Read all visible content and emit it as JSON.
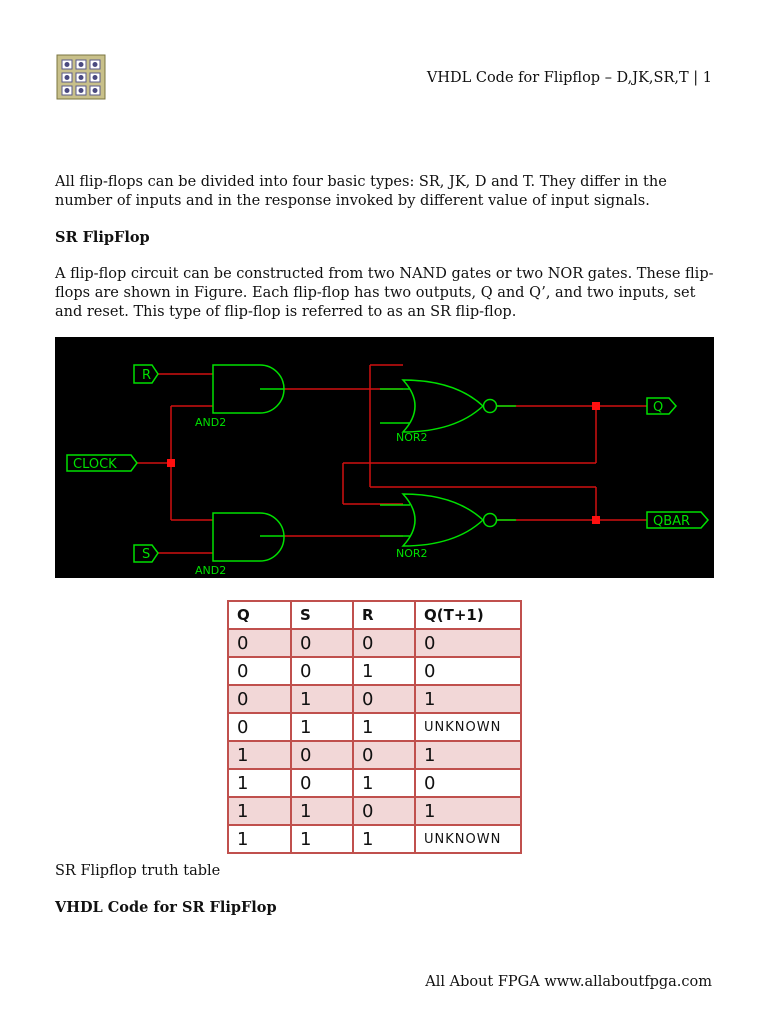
{
  "header": {
    "title": "VHDL Code for Flipflop – D,JK,SR,T | 1",
    "logo_icon": "chip-logo-icon"
  },
  "intro": "All flip-flops can be divided into four basic types: SR, JK, D and T. They differ in the number of inputs and in the response invoked by different value of input signals.",
  "sr_heading": "SR FlipFlop",
  "sr_paragraph": "A flip-flop circuit can be constructed from two NAND gates or two NOR gates. These flip-flops are shown in Figure. Each flip-flop has two outputs, Q and Q’, and two inputs, set and reset. This type of flip-flop is referred to as an SR flip-flop.",
  "circuit": {
    "inputs": {
      "r": "R",
      "clock": "CLOCK",
      "s": "S"
    },
    "outputs": {
      "q": "Q",
      "qbar": "QBAR"
    },
    "gates": {
      "and_top": "AND2",
      "and_bottom": "AND2",
      "nor_top": "NOR2",
      "nor_bottom": "NOR2"
    },
    "colors": {
      "gate": "#00e000",
      "wire": "#d01010",
      "background": "#000000"
    }
  },
  "truth_table": {
    "headers": [
      "Q",
      "S",
      "R",
      "Q(T+1)"
    ],
    "rows": [
      [
        "0",
        "0",
        "0",
        "0"
      ],
      [
        "0",
        "0",
        "1",
        "0"
      ],
      [
        "0",
        "1",
        "0",
        "1"
      ],
      [
        "0",
        "1",
        "1",
        "UNKNOWN"
      ],
      [
        "1",
        "0",
        "0",
        "1"
      ],
      [
        "1",
        "0",
        "1",
        "0"
      ],
      [
        "1",
        "1",
        "0",
        "1"
      ],
      [
        "1",
        "1",
        "1",
        "UNKNOWN"
      ]
    ],
    "colors": {
      "border": "#c0504d",
      "shade": "#f2d7d7"
    }
  },
  "caption": "SR Flipflop truth table",
  "vhdl_heading": "VHDL Code for SR FlipFlop",
  "footer": "All About FPGA www.allaboutfpga.com"
}
